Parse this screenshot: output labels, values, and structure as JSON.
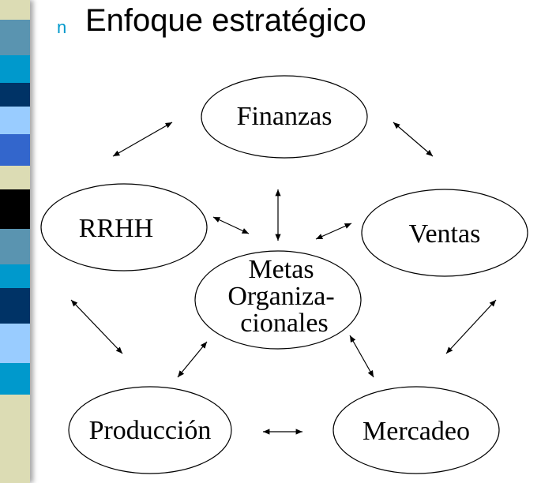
{
  "slide": {
    "bullet": "n",
    "title": "Enfoque estratégico"
  },
  "nodes": {
    "finanzas": "Finanzas",
    "rrhh": "RRHH",
    "ventas": "Ventas",
    "metas_1": "Metas",
    "metas_2": "Organiza-",
    "metas_3": "cionales",
    "produccion": "Producción",
    "mercadeo": "Mercadeo"
  },
  "colors": {
    "bullet": "#0099cc"
  }
}
